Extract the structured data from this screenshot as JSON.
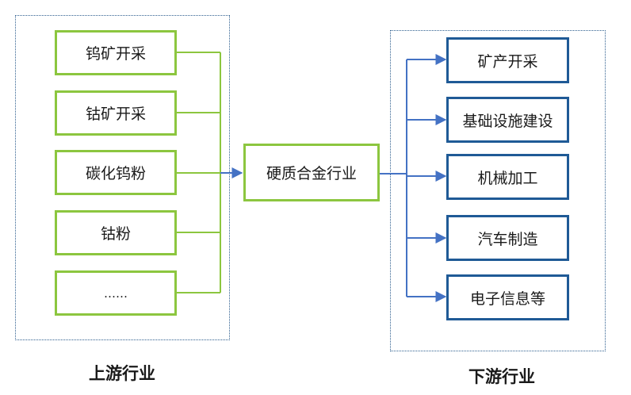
{
  "upstream": {
    "caption": "上游行业",
    "items": [
      "钨矿开采",
      "钴矿开采",
      "碳化钨粉",
      "钴粉",
      "……"
    ]
  },
  "center": {
    "label": "硬质合金行业"
  },
  "downstream": {
    "caption": "下游行业",
    "items": [
      "矿产开采",
      "基础设施建设",
      "机械加工",
      "汽车制造",
      "电子信息等"
    ]
  },
  "colors": {
    "upstream_accent": "#8cc63f",
    "downstream_accent": "#1f5a96",
    "connector": "#4472c4",
    "group_border": "#2f5f8f"
  }
}
